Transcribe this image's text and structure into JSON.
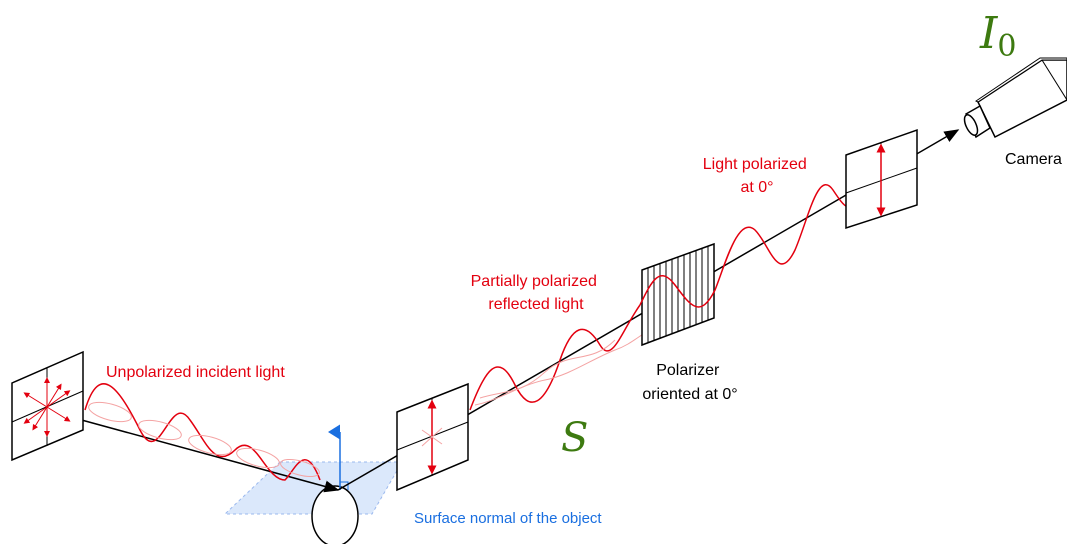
{
  "labels": {
    "unpolarized": "Unpolarized incident light",
    "partially_line1": "Partially polarized",
    "partially_line2": "reflected light",
    "light_pol_line1": "Light polarized",
    "light_pol_line2": "at 0°",
    "polarizer_line1": "Polarizer",
    "polarizer_line2": "oriented at 0°",
    "surface_normal": "Surface normal of the object",
    "camera": "Camera",
    "s_symbol": "S",
    "i0_symbol": "I",
    "i0_subscript": "0"
  },
  "colors": {
    "wave": "#e3000f",
    "wave_faint": "#f4a3a3",
    "surface": "#cfe0fa",
    "normal": "#1a6fe0",
    "math": "#3d7a10"
  }
}
